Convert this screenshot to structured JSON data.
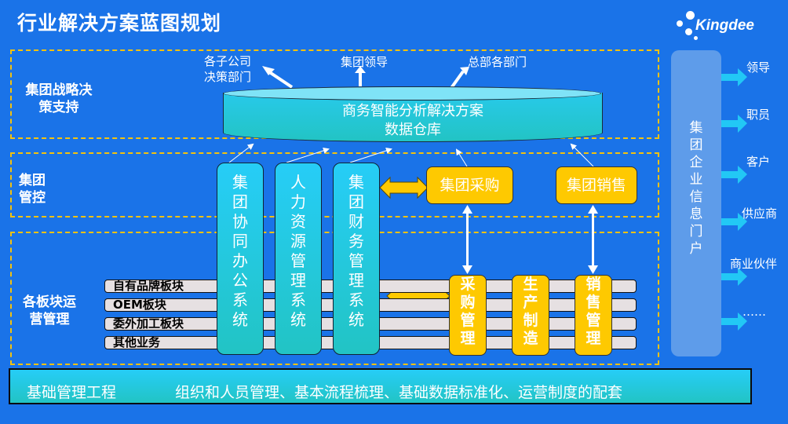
{
  "title": "行业解决方案蓝图规划",
  "brand": {
    "name": "Kingdee",
    "icon": "kingdee-dots-logo"
  },
  "zones": [
    {
      "label_line1": "集团战略决",
      "label_line2": "策支持"
    },
    {
      "label_line1": "集团",
      "label_line2": "管控"
    },
    {
      "label_line1": "各板块运",
      "label_line2": "营管理"
    }
  ],
  "consumers": {
    "left_line1": "各子公司",
    "left_line2": "决策部门",
    "center": "集团领导",
    "right": "总部各部门"
  },
  "warehouse": {
    "line1": "商务智能分析解决方案",
    "line2": "数据仓库"
  },
  "systems": [
    {
      "label": "集团协同办公系统"
    },
    {
      "label": "人力资源管理系统"
    },
    {
      "label": "集团财务管理系统"
    }
  ],
  "group_boxes": [
    {
      "label": "集团采购"
    },
    {
      "label": "集团销售"
    }
  ],
  "business_lanes": [
    {
      "label": "自有品牌板块"
    },
    {
      "label": "OEM板块"
    },
    {
      "label": "委外加工板块"
    },
    {
      "label": "其他业务"
    }
  ],
  "operations": [
    {
      "label": "采购管理"
    },
    {
      "label": "生产制造"
    },
    {
      "label": "销售管理"
    }
  ],
  "portal": {
    "label": "集团企业信息门户",
    "targets": [
      "领导",
      "职员",
      "客户",
      "供应商",
      "商业伙伴",
      "……"
    ]
  },
  "footer": {
    "title": "基础管理工程",
    "text": "组织和人员管理、基本流程梳理、基础数据标准化、运营制度的配套"
  },
  "colors": {
    "background": "#1a73e8",
    "zone_border": "#f4c20d",
    "system_gradient_top": "#26cdf7",
    "system_gradient_bottom": "#22c4c4",
    "yellow_box": "#fec901",
    "lane": "#e6e0e2",
    "portal": "#5e9cea",
    "portal_arrow": "#22c8f5"
  }
}
